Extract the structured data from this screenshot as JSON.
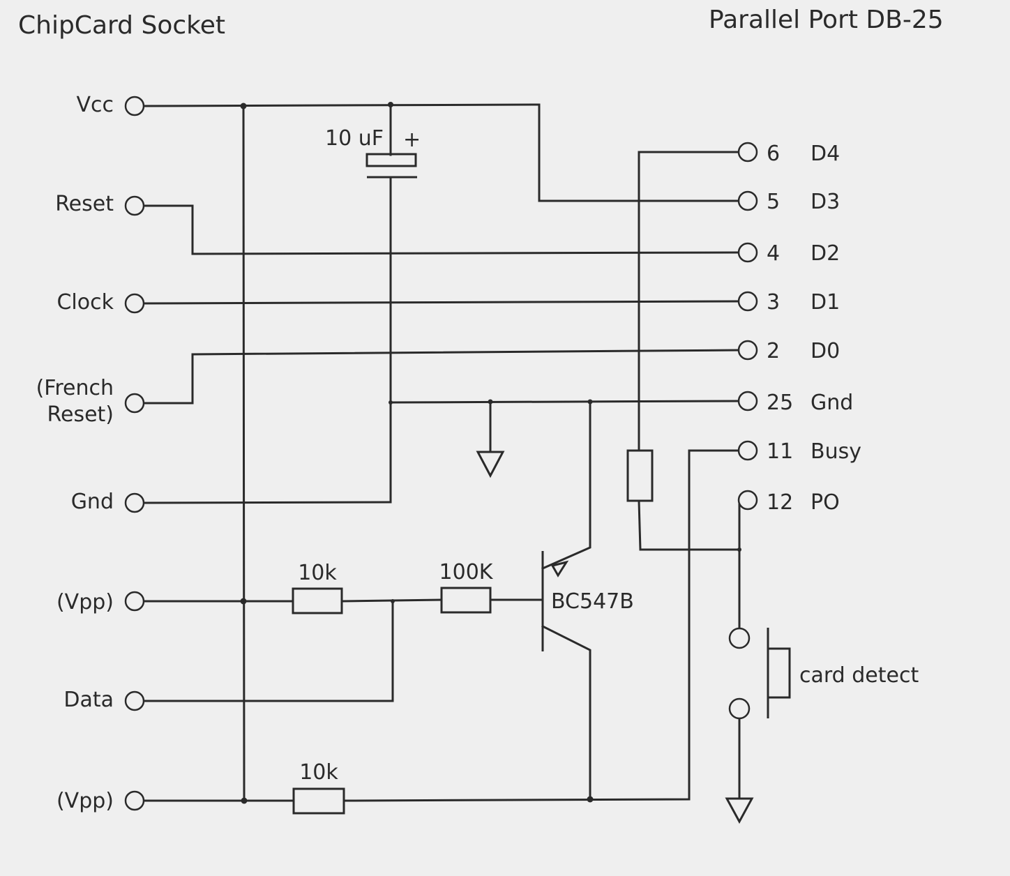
{
  "titles": {
    "left": "ChipCard Socket",
    "right": "Parallel Port DB-25"
  },
  "chipcard_pins": [
    {
      "label": "Vcc"
    },
    {
      "label": "Reset"
    },
    {
      "label": "Clock"
    },
    {
      "label": "(French",
      "label2": "Reset)"
    },
    {
      "label": "Gnd"
    },
    {
      "label": "(Vpp)"
    },
    {
      "label": "Data"
    },
    {
      "label": "(Vpp)"
    }
  ],
  "db25_pins": [
    {
      "number": "6",
      "signal": "D4"
    },
    {
      "number": "5",
      "signal": "D3"
    },
    {
      "number": "4",
      "signal": "D2"
    },
    {
      "number": "3",
      "signal": "D1"
    },
    {
      "number": "2",
      "signal": "D0"
    },
    {
      "number": "25",
      "signal": "Gnd"
    },
    {
      "number": "11",
      "signal": "Busy"
    },
    {
      "number": "12",
      "signal": "PO"
    }
  ],
  "components": {
    "capacitor": {
      "value": "10 uF",
      "polarity": "+"
    },
    "resistor_top": {
      "value": "10k"
    },
    "resistor_base": {
      "value": "100K"
    },
    "resistor_bottom": {
      "value": "10k"
    },
    "transistor": {
      "model": "BC547B"
    },
    "switch": {
      "label": "card detect"
    }
  }
}
